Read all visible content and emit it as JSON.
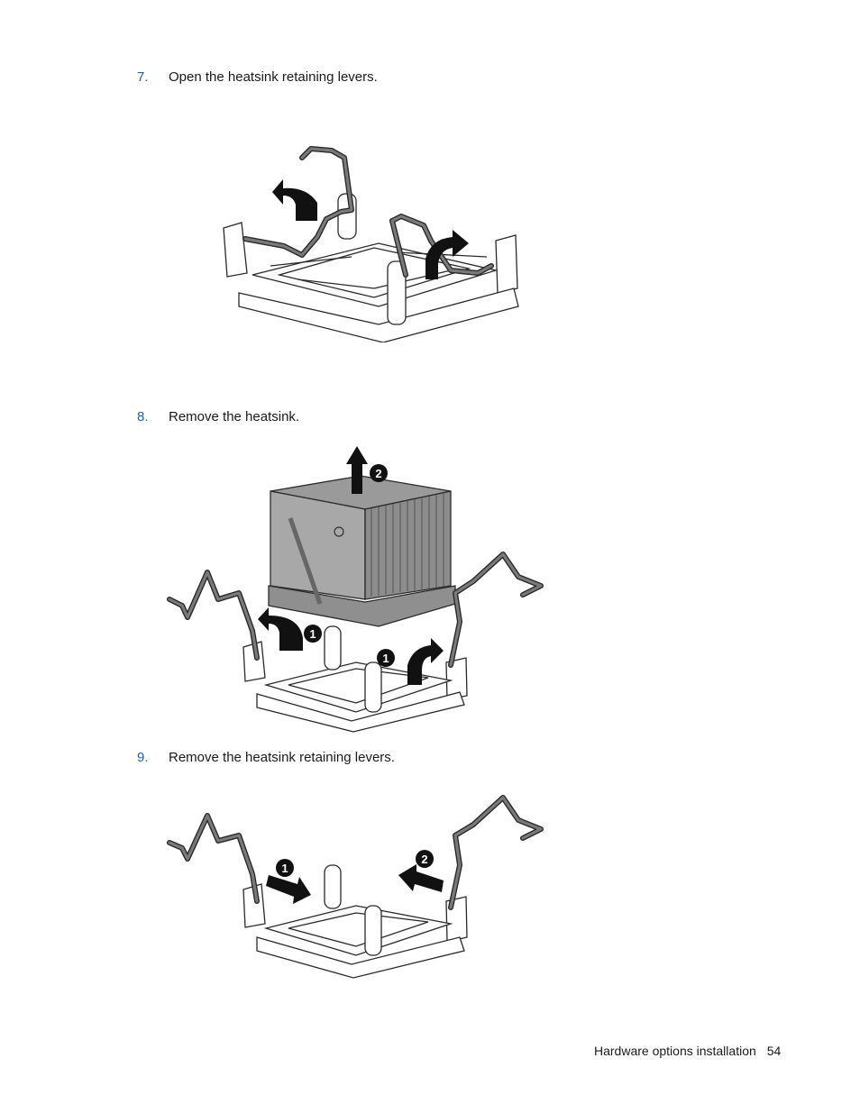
{
  "steps": [
    {
      "number": "7.",
      "text": "Open the heatsink retaining levers."
    },
    {
      "number": "8.",
      "text": "Remove the heatsink."
    },
    {
      "number": "9.",
      "text": "Remove the heatsink retaining levers."
    }
  ],
  "figures": {
    "open_levers": {
      "description_icon": "open-levers-illustration"
    },
    "remove_heatsink": {
      "description_icon": "remove-heatsink-illustration",
      "callouts": [
        "1",
        "1",
        "2"
      ]
    },
    "remove_levers": {
      "description_icon": "remove-levers-illustration",
      "callouts": [
        "1",
        "2"
      ]
    }
  },
  "footer": {
    "section": "Hardware options installation",
    "page": "54"
  },
  "colors": {
    "step_number": "#1f5fbf",
    "lever": "#6e6e6e",
    "outline": "#2a2a2a"
  }
}
